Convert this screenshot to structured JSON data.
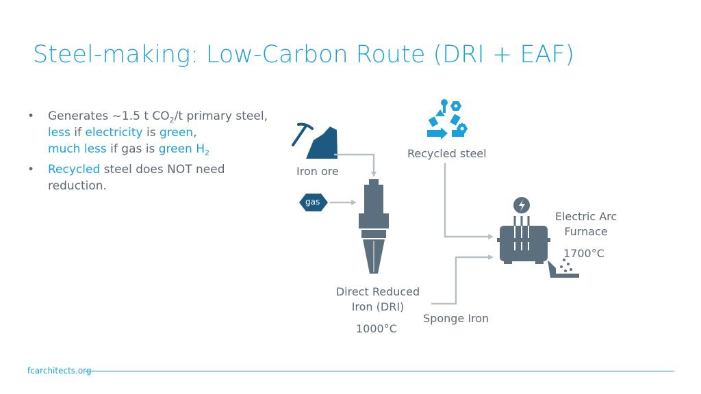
{
  "title": "Steel-making: Low-Carbon Route (DRI + EAF)",
  "bullets": {
    "b1": {
      "line1_pre": "Generates ~1.5 t CO",
      "line1_sub": "2",
      "line1_post": "/t primary steel,",
      "less": "less",
      "if1": " if ",
      "electricity": "electricity",
      "is1": " is ",
      "green1": "green",
      "comma": ",",
      "much_less": "much less",
      "if_gas": " if gas is ",
      "green_h": "green H",
      "h_sub": "2"
    },
    "b2": {
      "recycled": "Recycled",
      "rest": " steel does NOT need reduction."
    }
  },
  "diagram": {
    "iron_ore": "Iron ore",
    "gas": "gas",
    "recycled_steel": "Recycled steel",
    "eaf_line1": "Electric Arc",
    "eaf_line2": "Furnace",
    "eaf_temp": "1700°C",
    "dri_line1": "Direct Reduced",
    "dri_line2": "Iron (DRI)",
    "dri_temp": "1000°C",
    "sponge_iron": "Sponge Iron"
  },
  "footer": {
    "link": "fcarchitects.org"
  },
  "colors": {
    "accent": "#1ba1d8",
    "dark_blue": "#1c5a82",
    "slate": "#5c6f7e",
    "arrow": "#b8bfc6"
  }
}
